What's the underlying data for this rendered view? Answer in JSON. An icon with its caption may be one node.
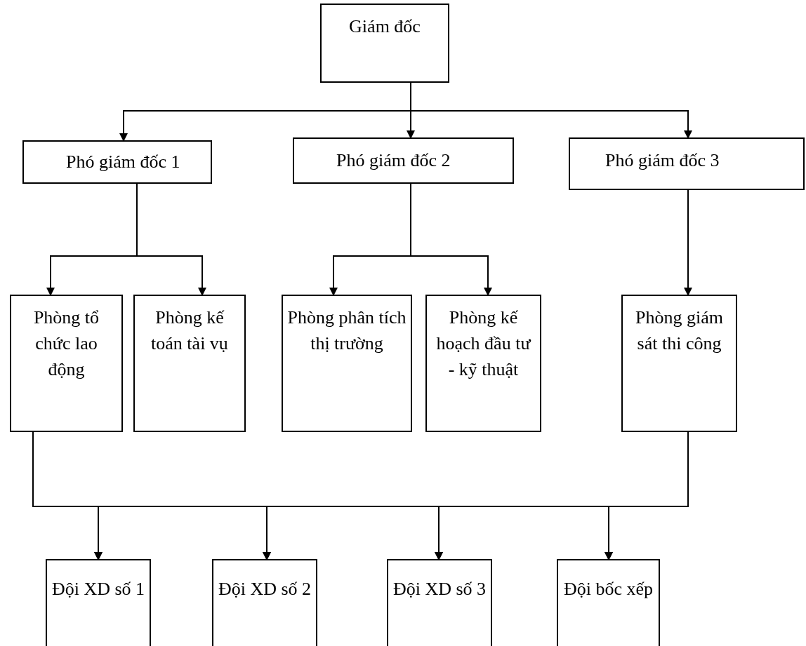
{
  "diagram": {
    "nodes": [
      {
        "text": [
          "Giám đốc"
        ]
      },
      {
        "text": [
          "Phó giám đốc 1"
        ]
      },
      {
        "text": [
          "Phó giám đốc 2"
        ]
      },
      {
        "text": [
          "Phó giám đốc 3"
        ]
      },
      {
        "text": [
          "Phòng tổ chức lao động"
        ]
      },
      {
        "text": [
          "Phòng kế toán tài vụ"
        ]
      },
      {
        "text": [
          "Phòng phân tích thị trường"
        ]
      },
      {
        "text": [
          "Phòng kế hoạch đầu tư - kỹ thuật"
        ]
      },
      {
        "text": [
          "Phòng giám sát thi công"
        ]
      },
      {
        "text": [
          "Đội XD số 1"
        ]
      },
      {
        "text": [
          "Đội XD số 2"
        ]
      },
      {
        "text": [
          "Đội XD số 3"
        ]
      },
      {
        "text": [
          "Đội bốc xếp"
        ]
      }
    ],
    "edges": [
      {
        "from": 0,
        "to": 1,
        "arrow": "to"
      },
      {
        "from": 0,
        "to": 2,
        "arrow": "to"
      },
      {
        "from": 0,
        "to": 3,
        "arrow": "to"
      },
      {
        "from": 1,
        "to": 4,
        "arrow": "to"
      },
      {
        "from": 1,
        "to": 5,
        "arrow": "to"
      },
      {
        "from": 2,
        "to": 6,
        "arrow": "to"
      },
      {
        "from": 2,
        "to": 7,
        "arrow": "to"
      },
      {
        "from": 3,
        "to": 8,
        "arrow": "to"
      },
      {
        "from": 4,
        "to": 9,
        "arrow": "to"
      },
      {
        "from": 4,
        "to": 10,
        "arrow": "to"
      },
      {
        "from": 4,
        "to": 11,
        "arrow": "to"
      },
      {
        "from": 4,
        "to": 12,
        "arrow": "to"
      },
      {
        "from": 8,
        "to": 9,
        "arrow": "to"
      },
      {
        "from": 8,
        "to": 10,
        "arrow": "to"
      },
      {
        "from": 8,
        "to": 11,
        "arrow": "to"
      },
      {
        "from": 8,
        "to": 12,
        "arrow": "to"
      }
    ]
  }
}
